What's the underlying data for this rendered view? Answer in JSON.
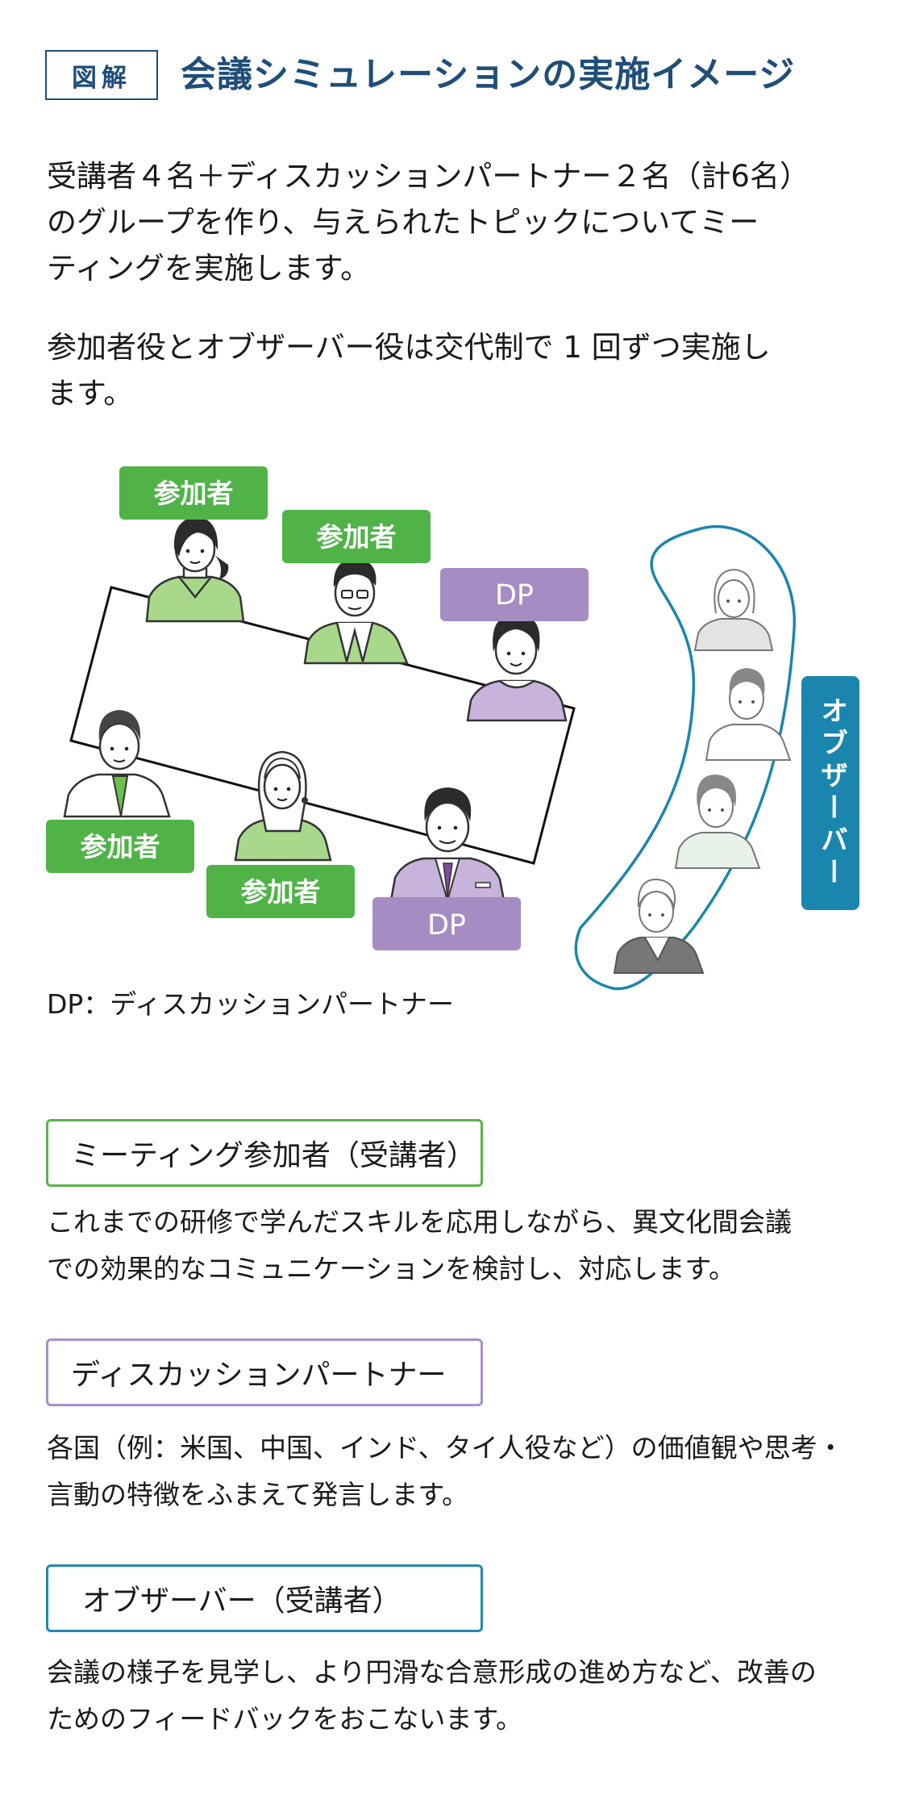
{
  "header": {
    "badge": "図解",
    "title": "会議シミュレーションの実施イメージ"
  },
  "intro": {
    "p1_line1": "受講者４名＋ディスカッションパートナー２名（計6名）",
    "p1_line2": "のグループを作り、与えられたトピックについてミー",
    "p1_line3": "ティングを実施します。",
    "p2_line1": "参加者役とオブザーバー役は交代制で 1 回ずつ実施し",
    "p2_line2": "ます。"
  },
  "diagram": {
    "participant_label": "参加者",
    "dp_label": "DP",
    "observer_label": "オブザーバー",
    "dp_note": "DP：ディスカッションパートナー",
    "colors": {
      "participant": "#4fb348",
      "dp": "#a58cc2",
      "observer": "#1b86ad",
      "title": "#1f4e79"
    }
  },
  "roles": [
    {
      "title": "ミーティング参加者（受講者）",
      "desc_line1": "これまでの研修で学んだスキルを応用しながら、異文化間会議",
      "desc_line2": "での効果的なコミュニケーションを検討し、対応します。"
    },
    {
      "title": "ディスカッションパートナー",
      "desc_line1": "各国（例：米国、中国、インド、タイ人役など）の価値観や思考・",
      "desc_line2": "言動の特徴をふまえて発言します。"
    },
    {
      "title": "オブザーバー（受講者）",
      "desc_line1": "会議の様子を見学し、より円滑な合意形成の進め方など、改善の",
      "desc_line2": "ためのフィードバックをおこないます。"
    }
  ]
}
